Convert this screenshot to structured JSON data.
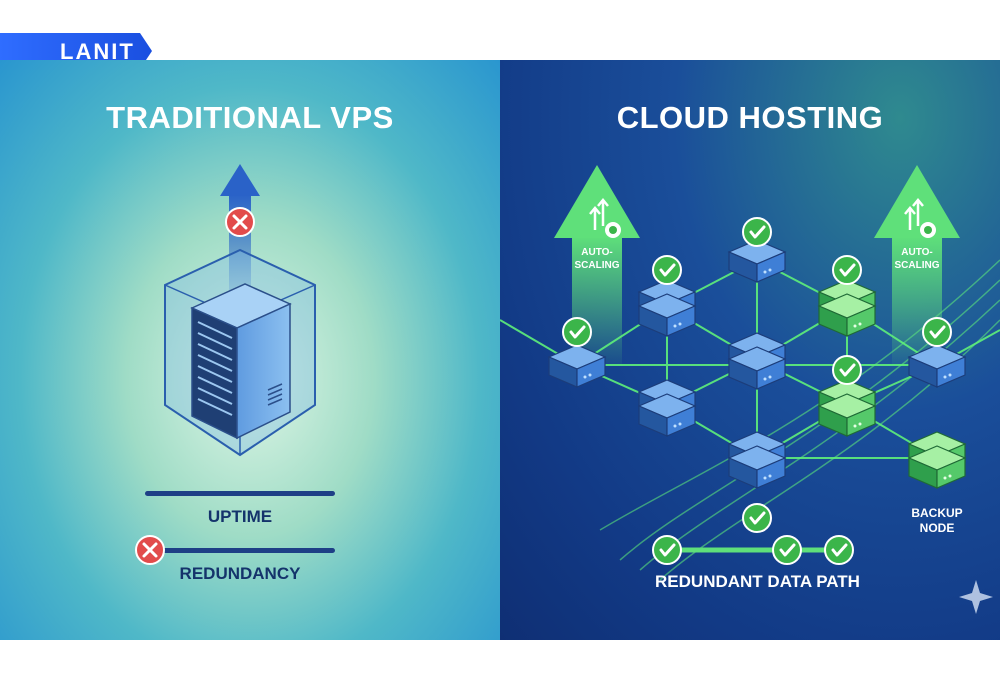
{
  "brand": {
    "logo": "LANIT"
  },
  "left_panel": {
    "title": "TRADITIONAL VPS",
    "metrics": [
      {
        "label": "UPTIME"
      },
      {
        "label": "REDUNDANCY"
      }
    ]
  },
  "right_panel": {
    "title": "CLOUD HOSTING",
    "autoscaling_label_line1": "AUTO-",
    "autoscaling_label_line2": "SCALING",
    "backup_label_line1": "BACKUP",
    "backup_label_line2": "NODE",
    "data_path_label": "REDUNDANT DATA PATH"
  },
  "colors": {
    "brand_blue": "#1a4fe0",
    "check_green": "#3bb54a",
    "error_red": "#e24b4b",
    "node_blue": "#2f6fd0",
    "node_green": "#49c463",
    "link_green": "#5ff07a"
  }
}
